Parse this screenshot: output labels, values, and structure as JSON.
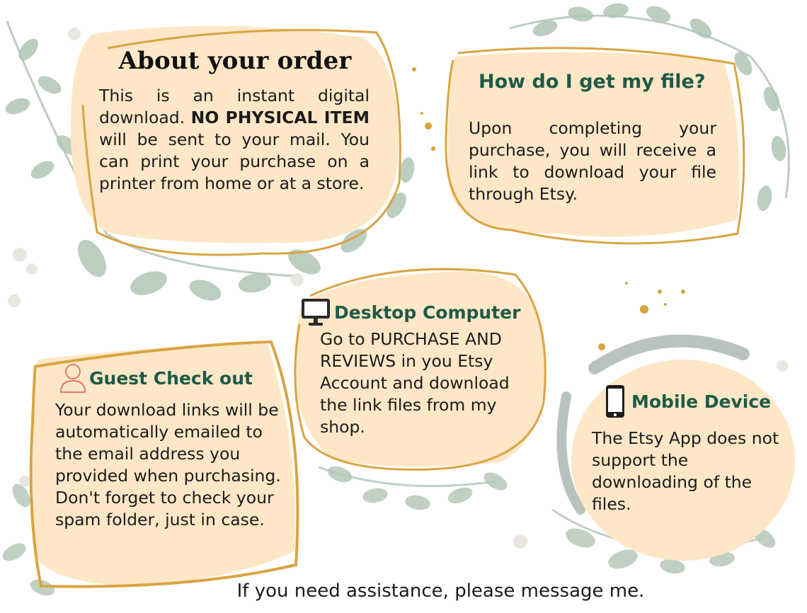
{
  "about": {
    "title": "About your order",
    "text_before": " This is an instant digital download. ",
    "text_bold": "NO PHYSICAL ITEM",
    "text_after": " will be sent to your mail. You can print your purchase on a printer from home or at a store."
  },
  "get_file": {
    "title": "How do I get my file?",
    "text": " Upon completing your purchase, you will receive a link to download your file through Etsy."
  },
  "desktop": {
    "icon": "monitor-icon",
    "title": "Desktop Computer",
    "text": "Go to PURCHASE AND REVIEWS in you Etsy Account and download the link files from my shop."
  },
  "guest": {
    "icon": "person-icon",
    "title": "Guest Check out",
    "text": "Your download links will be automatically emailed to the email address you provided when purchasing. Don't forget to check your spam folder, just in case."
  },
  "mobile": {
    "icon": "phone-icon",
    "title": "Mobile Device",
    "text": "The Etsy App does not support the downloading of the files."
  },
  "footer": {
    "text": "If you need assistance, please message me."
  },
  "colors": {
    "card_fill": "#fde7c7",
    "gold": "#d9a441",
    "green_title": "#1f5a46",
    "leaf": "#9fb8a4",
    "grey_arc": "#b9c3bd"
  }
}
